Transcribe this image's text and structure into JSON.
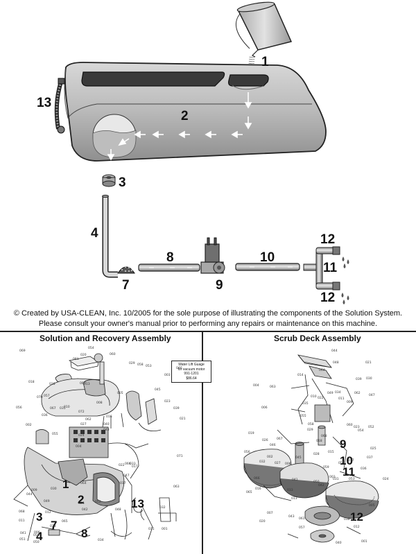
{
  "callouts": {
    "c1": "1",
    "c2": "2",
    "c3": "3",
    "c4": "4",
    "c7": "7",
    "c8": "8",
    "c9": "9",
    "c10": "10",
    "c11": "11",
    "c12a": "12",
    "c12b": "12",
    "c13": "13"
  },
  "copyright": {
    "line1": "© Created by USA-CLEAN, Inc. 10/2005 for the sole purpose of illustrating the components of the Solution System.",
    "line2": "Please consult your owner's manual prior to performing any repairs or maintenance on this machine."
  },
  "left_panel": {
    "title": "Solution and Recovery Assembly",
    "callouts": {
      "n1": "1",
      "n2": "2",
      "n3": "3",
      "n4": "4",
      "n7": "7",
      "n8": "8",
      "n13": "13"
    },
    "water_lift_box": {
      "line1": "Water Lift Guage",
      "line2": "for vacuum motor",
      "line3": "991-1201",
      "line4": "$86.64"
    },
    "part_numbers": [
      "001",
      "002",
      "003",
      "004",
      "005",
      "006",
      "007",
      "008",
      "009",
      "010",
      "011",
      "012",
      "013",
      "016",
      "017",
      "018",
      "020",
      "021",
      "022",
      "023",
      "024",
      "026",
      "027",
      "028",
      "029",
      "030",
      "031",
      "032",
      "033",
      "034",
      "035",
      "036",
      "037",
      "038",
      "039",
      "040",
      "041",
      "042",
      "043",
      "044",
      "045",
      "046",
      "047",
      "048",
      "049",
      "050",
      "051",
      "052",
      "053",
      "054",
      "055",
      "056",
      "057",
      "058",
      "059",
      "060",
      "061",
      "062",
      "063",
      "064",
      "065",
      "066",
      "067",
      "068",
      "069",
      "070",
      "071",
      "072"
    ]
  },
  "right_panel": {
    "title": "Scrub Deck Assembly",
    "callouts": {
      "n9": "9",
      "n10": "10",
      "n11": "11",
      "n12": "12"
    },
    "part_numbers": [
      "001",
      "002",
      "003",
      "004",
      "005",
      "006",
      "007",
      "008",
      "009",
      "010",
      "011",
      "012",
      "013",
      "014",
      "015",
      "016",
      "017",
      "018",
      "019",
      "020",
      "021",
      "022",
      "023",
      "024",
      "025",
      "026",
      "027",
      "028",
      "029",
      "030",
      "031",
      "032",
      "033",
      "034",
      "035",
      "036",
      "037",
      "038",
      "039",
      "040",
      "041",
      "042",
      "043",
      "044",
      "045",
      "046",
      "047",
      "048",
      "049",
      "050",
      "051",
      "052",
      "053",
      "054",
      "055",
      "056",
      "057",
      "058",
      "059",
      "060",
      "061",
      "062",
      "063",
      "064",
      "065",
      "066",
      "067",
      "068"
    ]
  }
}
